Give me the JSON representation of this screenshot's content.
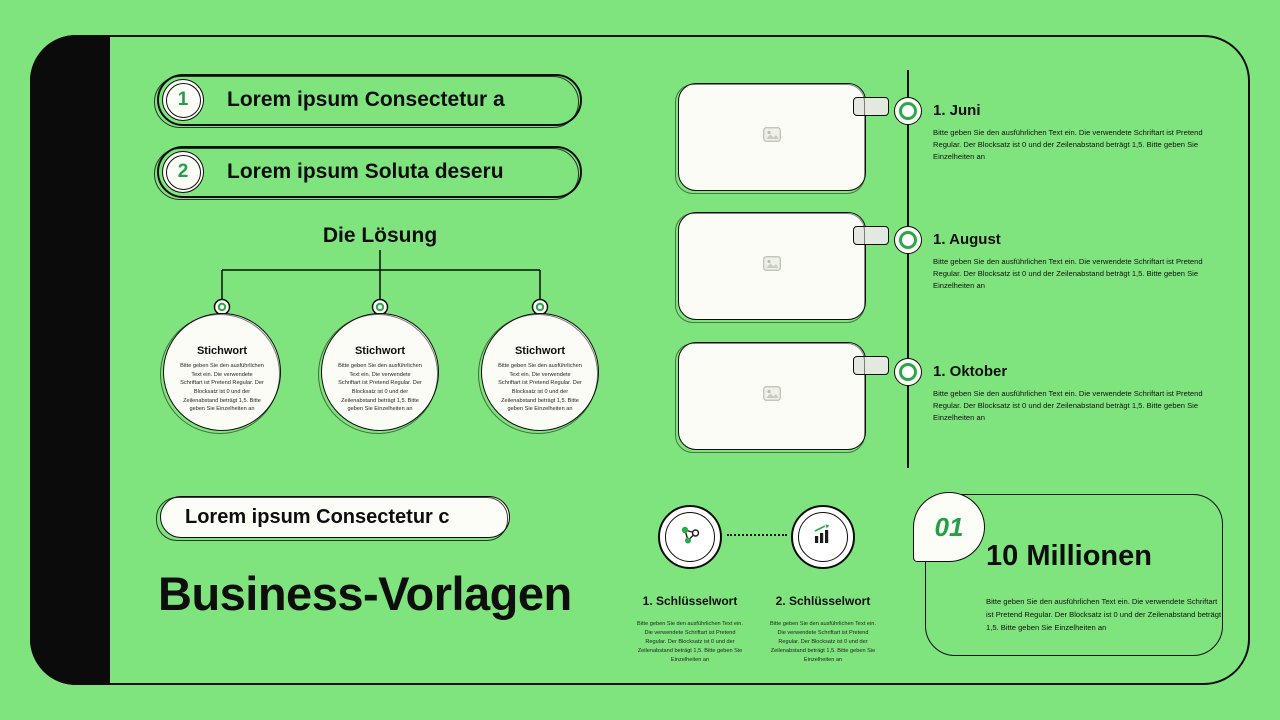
{
  "colors": {
    "background": "#80E47E",
    "accent_green": "#23A047",
    "ink": "#0D0D0D",
    "card_white": "#FCFCF7"
  },
  "banners": [
    {
      "number": "1",
      "label": "Lorem ipsum Consectetur a"
    },
    {
      "number": "2",
      "label": "Lorem ipsum Soluta deseru"
    }
  ],
  "solution": {
    "title": "Die Lösung",
    "nodes": [
      {
        "title": "Stichwort",
        "body": "Bitte geben Sie den ausführlichen Text ein. Die verwendete Schriftart ist Pretend Regular. Der Blocksatz ist 0 und der Zeilenabstand beträgt 1,5. Bitte geben Sie Einzelheiten an"
      },
      {
        "title": "Stichwort",
        "body": "Bitte geben Sie den ausführlichen Text ein. Die verwendete Schriftart ist Pretend Regular. Der Blocksatz ist 0 und der Zeilenabstand beträgt 1,5. Bitte geben Sie Einzelheiten an"
      },
      {
        "title": "Stichwort",
        "body": "Bitte geben Sie den ausführlichen Text ein. Die verwendete Schriftart ist Pretend Regular. Der Blocksatz ist 0 und der Zeilenabstand beträgt 1,5. Bitte geben Sie Einzelheiten an"
      }
    ]
  },
  "timeline": {
    "items": [
      {
        "date": "1. Juni",
        "body": "Bitte geben Sie den ausführlichen Text ein. Die verwendete Schriftart ist Pretend Regular. Der Blocksatz ist 0 und der Zeilenabstand beträgt 1,5. Bitte geben Sie Einzelheiten an"
      },
      {
        "date": "1. August",
        "body": "Bitte geben Sie den ausführlichen Text ein. Die verwendete Schriftart ist Pretend Regular. Der Blocksatz ist 0 und der Zeilenabstand beträgt 1,5. Bitte geben Sie Einzelheiten an"
      },
      {
        "date": "1. Oktober",
        "body": "Bitte geben Sie den ausführlichen Text ein. Die verwendete Schriftart ist Pretend Regular. Der Blocksatz ist 0 und der Zeilenabstand beträgt 1,5. Bitte geben Sie Einzelheiten an"
      }
    ]
  },
  "footer": {
    "pill": "Lorem ipsum Consectetur c",
    "title": "Business-Vorlagen"
  },
  "keywords": [
    {
      "label": "1. Schlüsselwort",
      "icon": "network-icon",
      "body": "Bitte geben Sie den ausführlichen Text ein. Die verwendete Schriftart ist Pretend Regular. Der Blocksatz ist 0 und der Zeilenabstand beträgt 1,5. Bitte geben Sie Einzelheiten an"
    },
    {
      "label": "2. Schlüsselwort",
      "icon": "bar-chart-icon",
      "body": "Bitte geben Sie den ausführlichen Text ein. Die verwendete Schriftart ist Pretend Regular. Der Blocksatz ist 0 und der Zeilenabstand beträgt 1,5. Bitte geben Sie Einzelheiten an"
    }
  ],
  "stat": {
    "badge": "01",
    "title": "10 Millionen",
    "body": "Bitte geben Sie den ausführlichen Text ein. Die verwendete Schriftart ist Pretend Regular. Der Blocksatz ist 0 und der Zeilenabstand beträgt 1,5. Bitte geben Sie Einzelheiten an"
  }
}
